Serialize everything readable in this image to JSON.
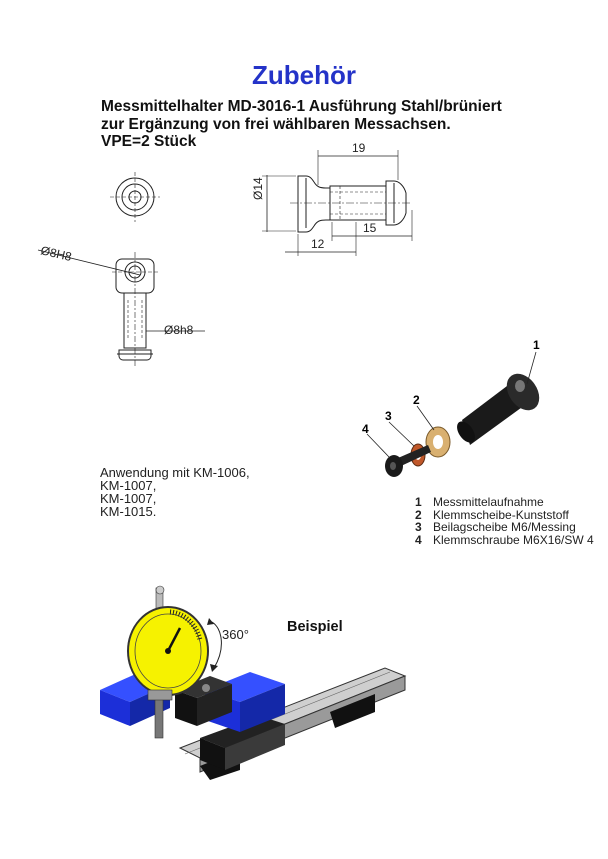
{
  "title": "Zubehör",
  "headline": {
    "line1": "Messmittelhalter MD-3016-1 Ausführung Stahl/brüniert",
    "line2": "zur Ergänzung von frei wählbaren Messachsen.",
    "line3": "VPE=2 Stück"
  },
  "dimensions": {
    "d8H8": "Ø8H8",
    "d8h8": "Ø8h8",
    "d14": "Ø14",
    "len19": "19",
    "len15": "15",
    "len12": "12"
  },
  "callouts": [
    "1",
    "2",
    "3",
    "4"
  ],
  "parts": [
    {
      "num": "1",
      "label": "Messmittelaufnahme"
    },
    {
      "num": "2",
      "label": "Klemmscheibe-Kunststoff"
    },
    {
      "num": "3",
      "label": "Beilagscheibe M6/Messing"
    },
    {
      "num": "4",
      "label": "Klemmschraube M6X16/SW 4"
    }
  ],
  "application": {
    "line1": "Anwendung mit KM-1006,",
    "line2": "KM-1007,",
    "line3": "KM-1007,",
    "line4": "KM-1015."
  },
  "example": {
    "label": "Beispiel",
    "rotation": "360°"
  },
  "colors": {
    "title": "#2433c8",
    "clamp_blue": "#1c2fd8",
    "dial_yellow": "#f6f200",
    "washer_brass": "#d9b070",
    "washer_orange": "#c0582a"
  }
}
